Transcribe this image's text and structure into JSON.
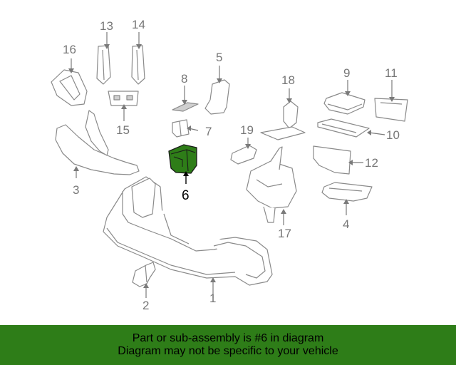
{
  "diagram": {
    "labels": {
      "p1": "1",
      "p2": "2",
      "p3": "3",
      "p4": "4",
      "p5": "5",
      "p6": "6",
      "p7": "7",
      "p8": "8",
      "p9": "9",
      "p10": "10",
      "p11": "11",
      "p12": "12",
      "p13": "13",
      "p14": "14",
      "p15": "15",
      "p16": "16",
      "p17": "17",
      "p18": "18",
      "p19": "19"
    },
    "highlighted_part": "6",
    "highlight_color": "#2e7d18"
  },
  "banner": {
    "line1": "Part or sub-assembly is #6 in diagram",
    "line2": "Diagram may not be specific to your vehicle",
    "color": "#2e7d18"
  }
}
